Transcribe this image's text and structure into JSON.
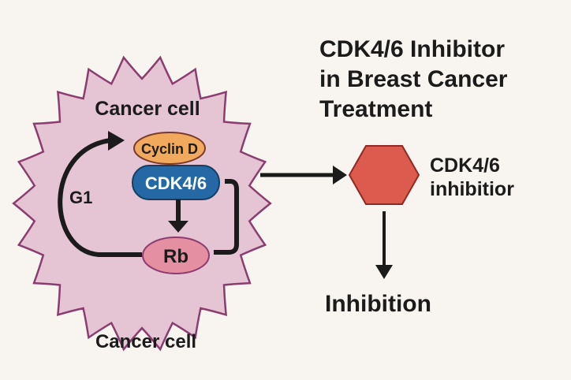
{
  "title": [
    "CDK4/6 Inhibitor",
    "in Breast Cancer",
    "Treatment"
  ],
  "cell_label_top": "Cancer cell",
  "cell_label_bottom": "Cancer cell",
  "cyclin": "Cyclin D",
  "cdk": "CDK4/6",
  "rb": "Rb",
  "phase": "G1",
  "inhibitor_label": [
    "CDK4/6",
    "inhibitior"
  ],
  "result": "Inhibition",
  "colors": {
    "cell": "#e5c4d3",
    "cell_border": "#8a3d6e",
    "cyclin": "#f0a95d",
    "cdk": "#2469a6",
    "rb": "#e48fa2",
    "hexagon": "#dc5a4e"
  }
}
